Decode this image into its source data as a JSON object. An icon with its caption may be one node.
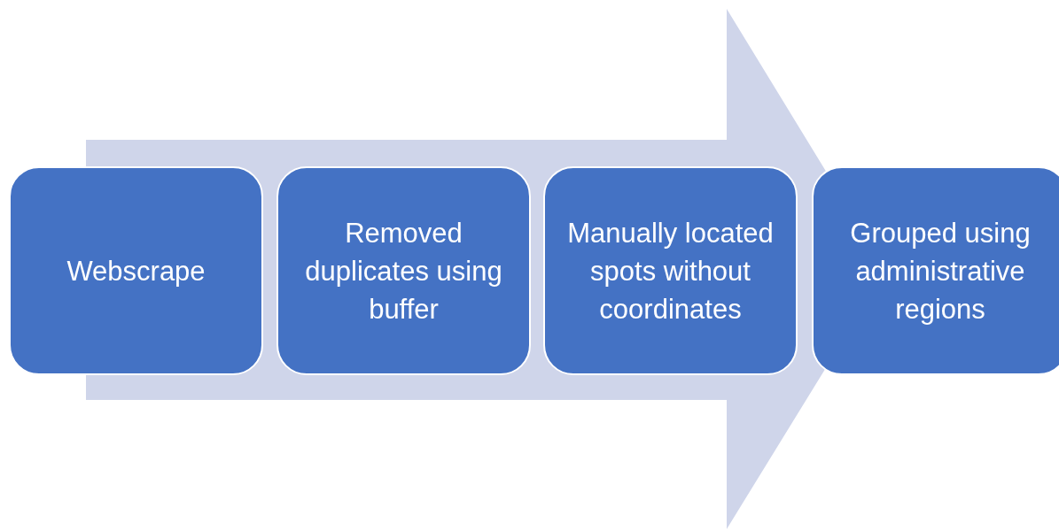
{
  "diagram": {
    "nodes": [
      {
        "text": [
          "Webscrape"
        ]
      },
      {
        "text": [
          "Removed duplicates using buffer"
        ]
      },
      {
        "text": [
          "Manually located spots without coordinates"
        ]
      },
      {
        "text": [
          "Grouped using administrative regions"
        ]
      }
    ],
    "edges": [
      {
        "from": 0,
        "to": 3,
        "arrow": "to"
      }
    ]
  }
}
